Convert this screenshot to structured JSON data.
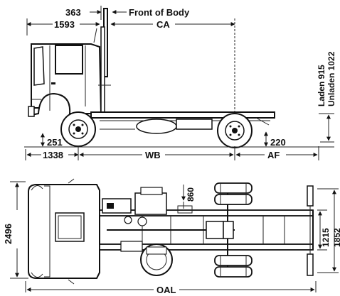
{
  "side_view": {
    "front_overhang_cab": "363",
    "front_of_body": "Front of Body",
    "cab_to_front_body": "1593",
    "ca": "CA",
    "laden": "Laden 915",
    "unladen": "Unladen 1022",
    "ground_clearance_front": "251",
    "ground_clearance_rear": "220",
    "front_overhang": "1338",
    "wb": "WB",
    "af": "AF"
  },
  "top_view": {
    "cab_width": "2496",
    "chassis_offset": "860",
    "frame_width": "1215",
    "rear_track": "1852",
    "oal": "OAL"
  }
}
